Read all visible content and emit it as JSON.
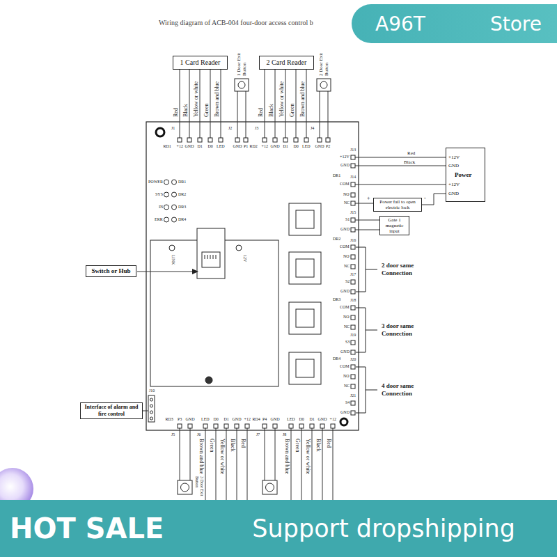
{
  "diagram": {
    "title": "Wiring diagram of ACB-004 four-door access control b",
    "nodes": [
      {
        "text": [
          "A96T",
          "Store"
        ]
      },
      {
        "text": [
          "1 Card Reader"
        ]
      },
      {
        "text": [
          "2 Card Reader"
        ]
      },
      {
        "text": [
          "+12V",
          "GND",
          "Power",
          "+12V",
          "GND"
        ]
      },
      {
        "text": [
          "Power fail to open electric lock"
        ]
      },
      {
        "text": [
          "Gate 1 magnetic input"
        ]
      },
      {
        "text": [
          "Switch or Hub"
        ]
      },
      {
        "text": [
          "Interface of alarm and fire control"
        ]
      },
      {
        "text": [
          "HOT SALE",
          "Support dropshipping"
        ]
      }
    ],
    "edges": [
      {
        "from": 4,
        "to": 3,
        "arrow": "none"
      }
    ],
    "labels": [
      "Red",
      "Black",
      "Yellow or white",
      "Green",
      "Brown and blue",
      "1 Door Exit Button",
      "Red",
      "Black",
      "Yellow or white",
      "Green",
      "Brown and blue",
      "2 Door Exit Button",
      "J1",
      "J2",
      "J3",
      "J4",
      "RD1",
      "+12",
      "GND",
      "D1",
      "D0",
      "LED",
      "GND",
      "P1",
      "RD2",
      "+12",
      "GND",
      "D1",
      "D0",
      "LED",
      "GND",
      "P2",
      "J13",
      "+12V",
      "GND",
      "Red",
      "Black",
      "DR1",
      "J14",
      "COM",
      "NO",
      "NC",
      "+",
      "-",
      "J15",
      "S1",
      "GND",
      "DR2",
      "J16",
      "COM",
      "NO",
      "NC",
      "J17",
      "S2",
      "GND",
      "DR3",
      "J18",
      "COM",
      "NO",
      "NC",
      "J19",
      "S3",
      "GND",
      "DR4",
      "J20",
      "COM",
      "NO",
      "NC",
      "J21",
      "S4",
      "GND",
      "2 door same Connection",
      "3 door same Connection",
      "4 door same Connection",
      "POWER",
      "SYS",
      "IN",
      "ERR",
      "DR1",
      "DR2",
      "DR3",
      "DR4",
      "LINK",
      "12V",
      "J10",
      "RD3",
      "P3",
      "GND",
      "LED",
      "D0",
      "D1",
      "GND",
      "+12",
      "RD4",
      "P4",
      "GND",
      "LED",
      "D0",
      "D1",
      "GND",
      "+12",
      "J5",
      "J6",
      "J7",
      "J8",
      "Brown and blue",
      "Green",
      "Yellow or white",
      "Black",
      "Red",
      "3 Door Exit Button",
      "Brown and blue",
      "Green",
      "Yellow or white",
      "Black",
      "Red"
    ]
  }
}
